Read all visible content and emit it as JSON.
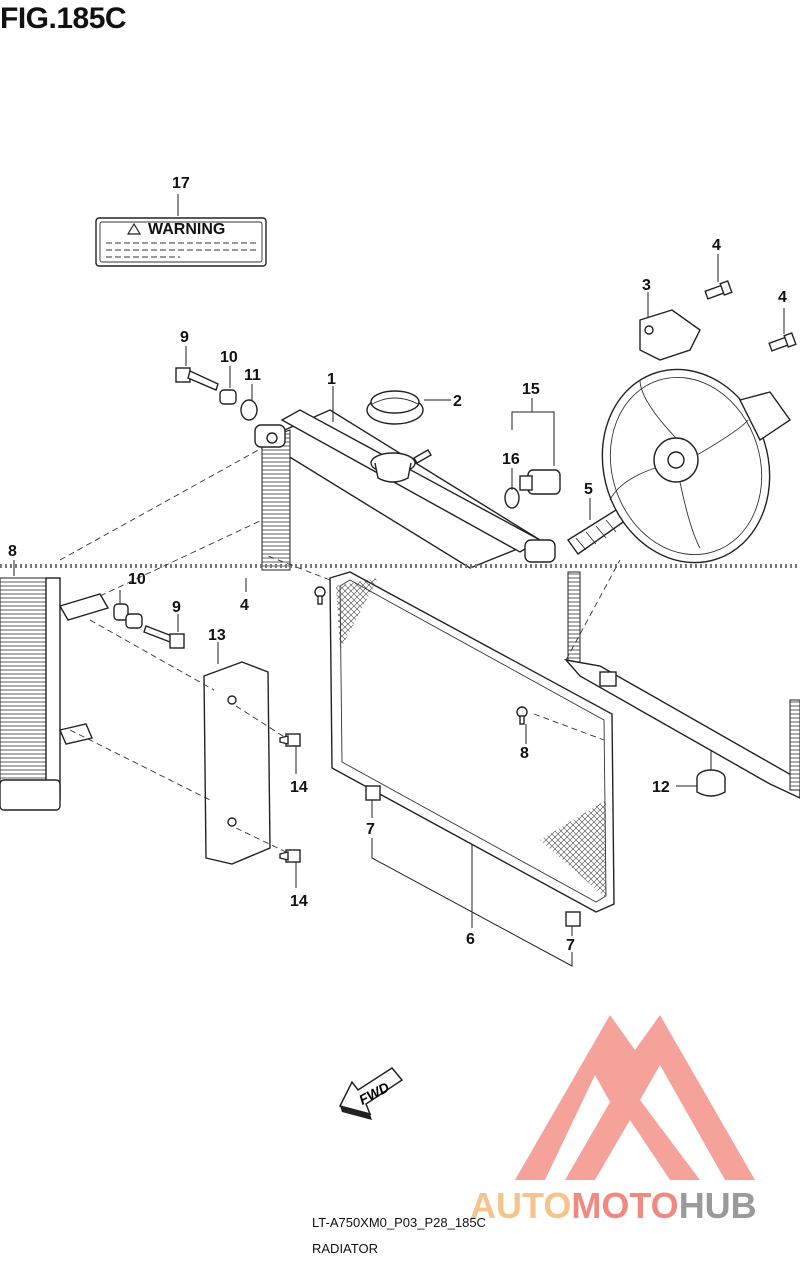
{
  "figure": {
    "title": "FIG.185C",
    "drawing_code": "LT-A750XM0_P03_P28_185C",
    "drawing_title": "RADIATOR"
  },
  "label_plate": {
    "warning_text": "WARNING"
  },
  "fwd_arrow": {
    "text": "FWD"
  },
  "callouts": {
    "c1": "1",
    "c2": "2",
    "c3": "3",
    "c4a": "4",
    "c4b": "4",
    "c4c": "4",
    "c5": "5",
    "c6": "6",
    "c7a": "7",
    "c7b": "7",
    "c8a": "8",
    "c8b": "8",
    "c9a": "9",
    "c9b": "9",
    "c10a": "10",
    "c10b": "10",
    "c11": "11",
    "c12": "12",
    "c13": "13",
    "c14a": "14",
    "c14b": "14",
    "c15": "15",
    "c16": "16",
    "c17": "17"
  },
  "watermark": {
    "part1": "AUTO",
    "part2": "MOTO",
    "part3": "HUB",
    "colors": {
      "auto": "#f6c48a",
      "moto": "#f08a80",
      "hub": "#9a9a9a",
      "logo": "#f28b82"
    }
  }
}
